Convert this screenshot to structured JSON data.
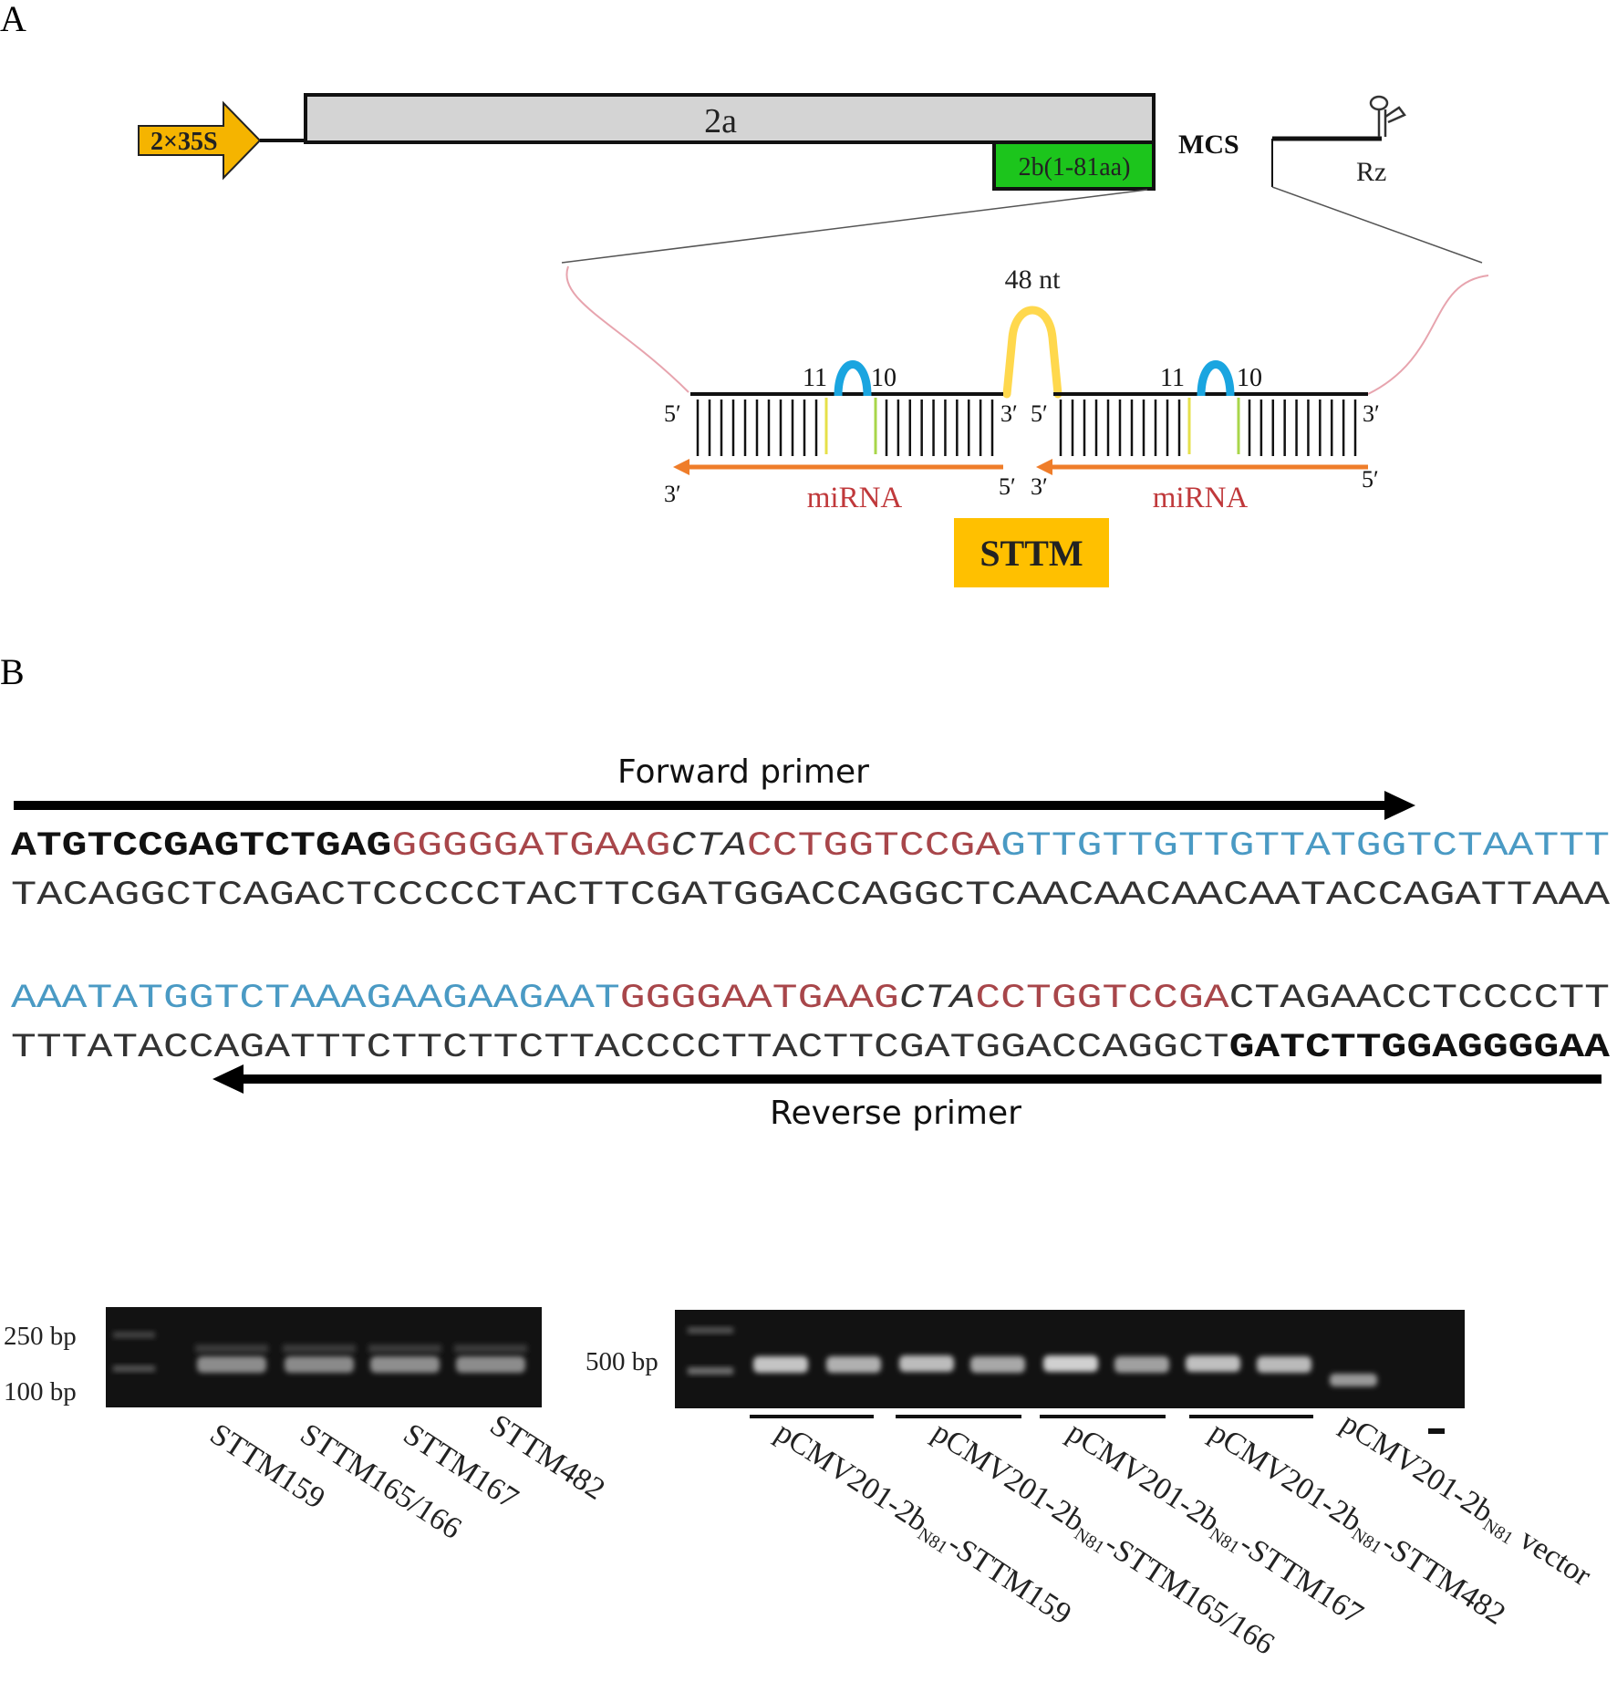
{
  "panels": {
    "a_label": "A",
    "b_label": "B"
  },
  "construct": {
    "promoter": "2×35S",
    "gene_2a": "2a",
    "gene_2b": "2b(1-81aa)",
    "mcs": "MCS",
    "ribozyme": "Rz"
  },
  "sttm": {
    "spacer": "48 nt",
    "label": "STTM",
    "left": {
      "pos11": "11",
      "pos10": "10",
      "top5": "5′",
      "top3": "3′",
      "bot3": "3′",
      "bot5": "5′",
      "mirna": "miRNA"
    },
    "right": {
      "pos11": "11",
      "pos10": "10",
      "top5": "5′",
      "top3": "3′",
      "bot3": "3′",
      "bot5": "5′",
      "mirna": "miRNA"
    }
  },
  "sequence": {
    "forward_primer": "Forward primer",
    "reverse_primer": "Reverse primer",
    "row1": {
      "bold": "ATGTCCGAGTCTGAG",
      "red1": "GGGGGATGAAG",
      "italic": "CTA",
      "red2": "CCTGGTCCGA",
      "blue": "GTTGTTGTTGTTATGGTCTAATTT"
    },
    "row2": "TACAGGCTCAGACTCCCCCTACTTCGATGGACCAGGCTCAACAACAACAATACCAGATTAAA",
    "row3": {
      "blue": "AAATATGGTCTAAAGAAGAAGAAT",
      "red1": "GGGGAATGAAG",
      "italic": "CTA",
      "red2": "CCTGGTCCGA",
      "plain": "CTAGAACCTCCCCTT"
    },
    "row4": {
      "plain": "TTTATACCAGATTTCTTCTTCTTACCCCTTACTTCGATGGACCAGGCT",
      "bold": "GATCTTGGAGGGGAA"
    }
  },
  "gels": {
    "left": {
      "markers": [
        "250 bp",
        "100 bp"
      ],
      "lanes": [
        "STTM159",
        "STTM165/166",
        "STTM167",
        "STTM482"
      ]
    },
    "right": {
      "marker": "500 bp",
      "lanes": [
        {
          "prefix": "pCMV201-2b",
          "sub": "N81",
          "suffix": "-STTM159"
        },
        {
          "prefix": "pCMV201-2b",
          "sub": "N81",
          "suffix": "-STTM165/166"
        },
        {
          "prefix": "pCMV201-2b",
          "sub": "N81",
          "suffix": "-STTM167"
        },
        {
          "prefix": "pCMV201-2b",
          "sub": "N81",
          "suffix": "-STTM482"
        },
        {
          "prefix": "pCMV201-2b",
          "sub": "N81",
          "suffix": " vector"
        }
      ],
      "negative": "–"
    }
  },
  "colors": {
    "promoter": "#f5b400",
    "gene_2a": "#d4d4d4",
    "gene_2b": "#1cc51c",
    "loop": "#1aa5e0",
    "spacer": "#ffd84d",
    "mirna_arrow": "#ef7d2a",
    "mirna_text": "#c0393b",
    "seq_red": "#a8464a",
    "seq_blue": "#4a9ac4",
    "sttm_box": "#ffc000"
  }
}
